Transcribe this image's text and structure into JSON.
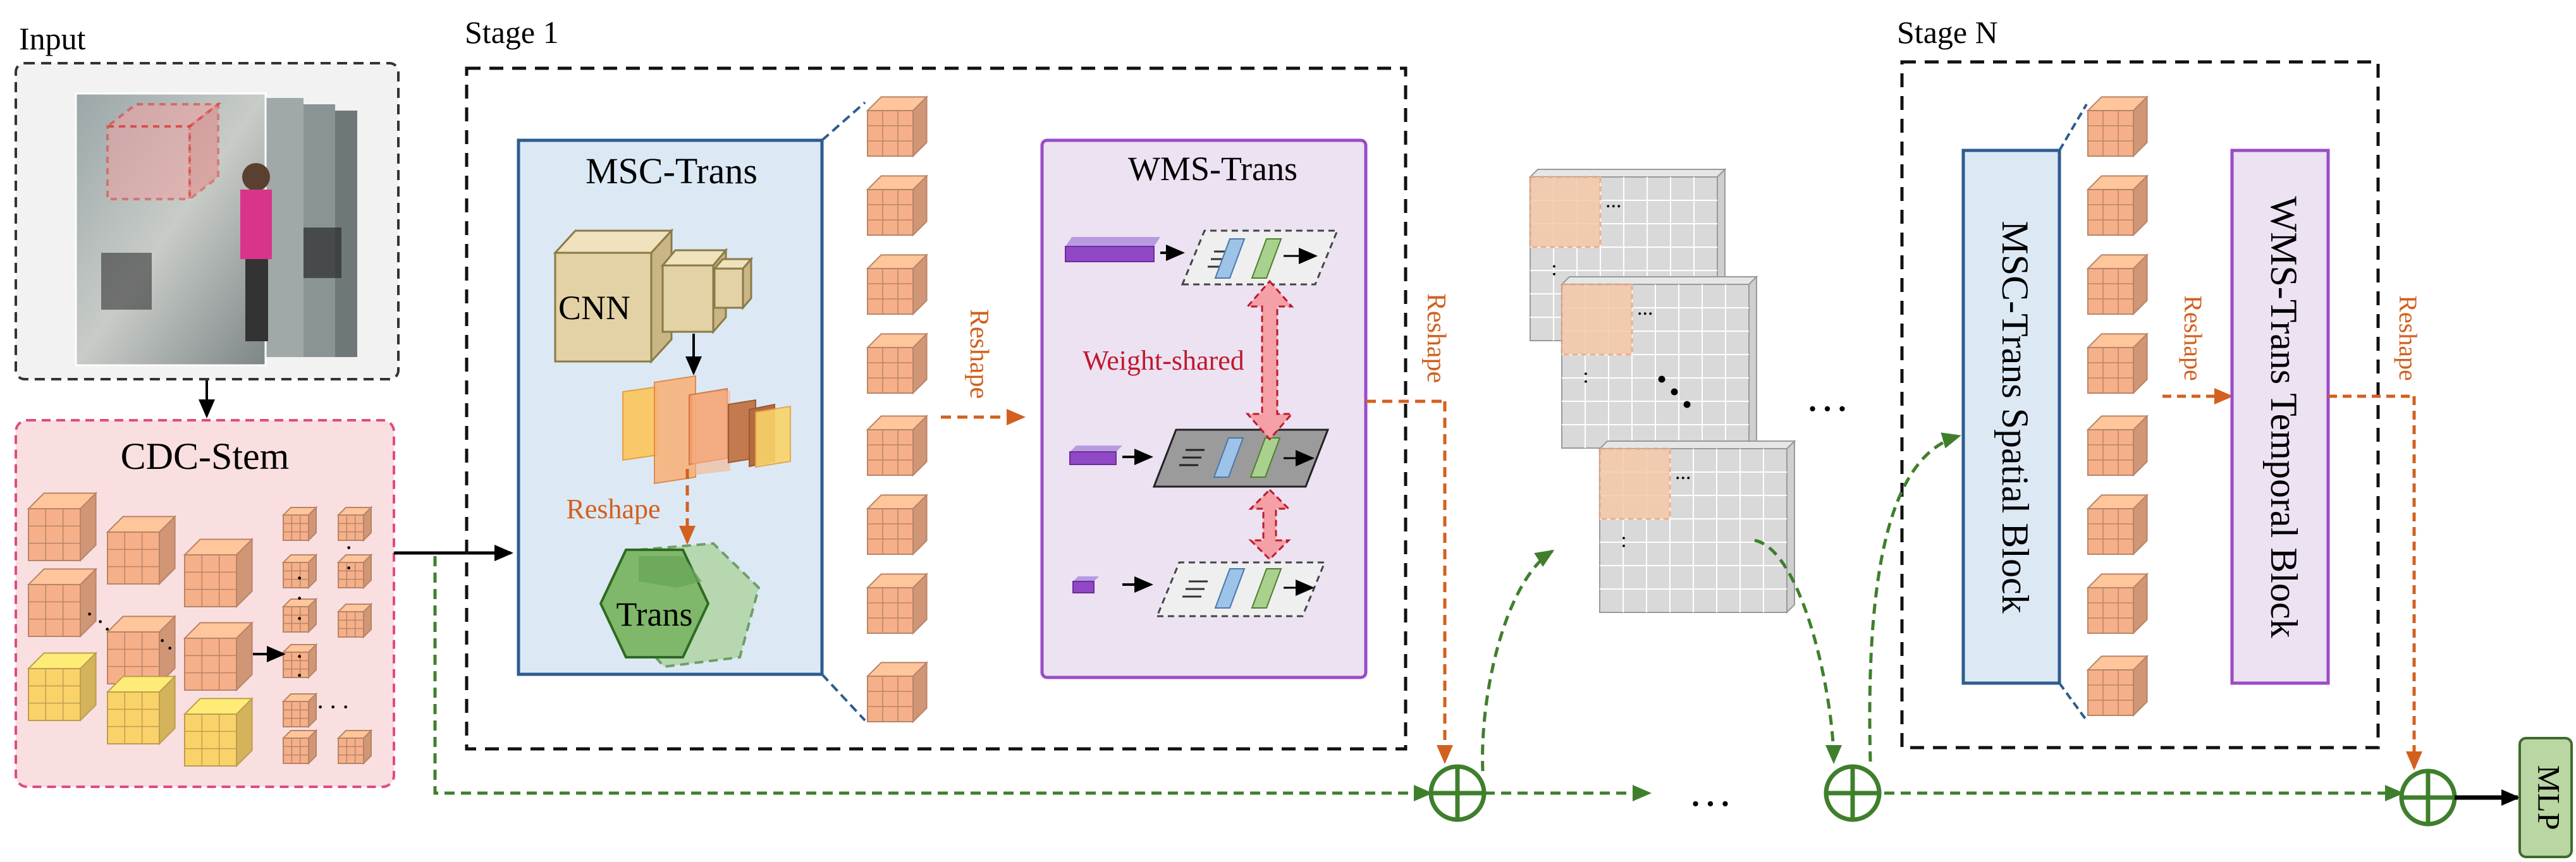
{
  "labels": {
    "input": "Input",
    "stage1": "Stage 1",
    "stageN": "Stage N",
    "cdc_stem": "CDC-Stem",
    "msc_trans": "MSC-Trans",
    "cnn": "CNN",
    "reshape_inner": "Reshape",
    "trans": "Trans",
    "reshape_after_cubes": "Reshape",
    "wms_trans": "WMS-Trans",
    "weight_shared": "Weight-shared",
    "reshape_stage1_out": "Reshape",
    "msc_spatial_block": "MSC-Trans Spatial Block",
    "reshape_n_mid": "Reshape",
    "wms_temporal_block": "WMS-Trans Temporal Block",
    "reshape_n_out": "Reshape",
    "mlp": "MLP",
    "ellipsis_mid": "…",
    "ellipsis_bottom": "…"
  },
  "colors": {
    "cdc_bg": "#f9dfe0",
    "cdc_border": "#e04a86",
    "msc_bg": "#dce9f5",
    "msc_border": "#2d5c8f",
    "wms_bg": "#ece2f2",
    "wms_border": "#9b4bc7",
    "cube_orange": "#f5b08a",
    "cube_yellow": "#f9d36a",
    "cnn_cube": "#e3d2a6",
    "hex_green": "#8ac27a",
    "arrow_green": "#3f7f2c",
    "arrow_orange": "#d2601e",
    "weight_red": "#c0192d",
    "mlp_bg": "#b9d6a3"
  }
}
